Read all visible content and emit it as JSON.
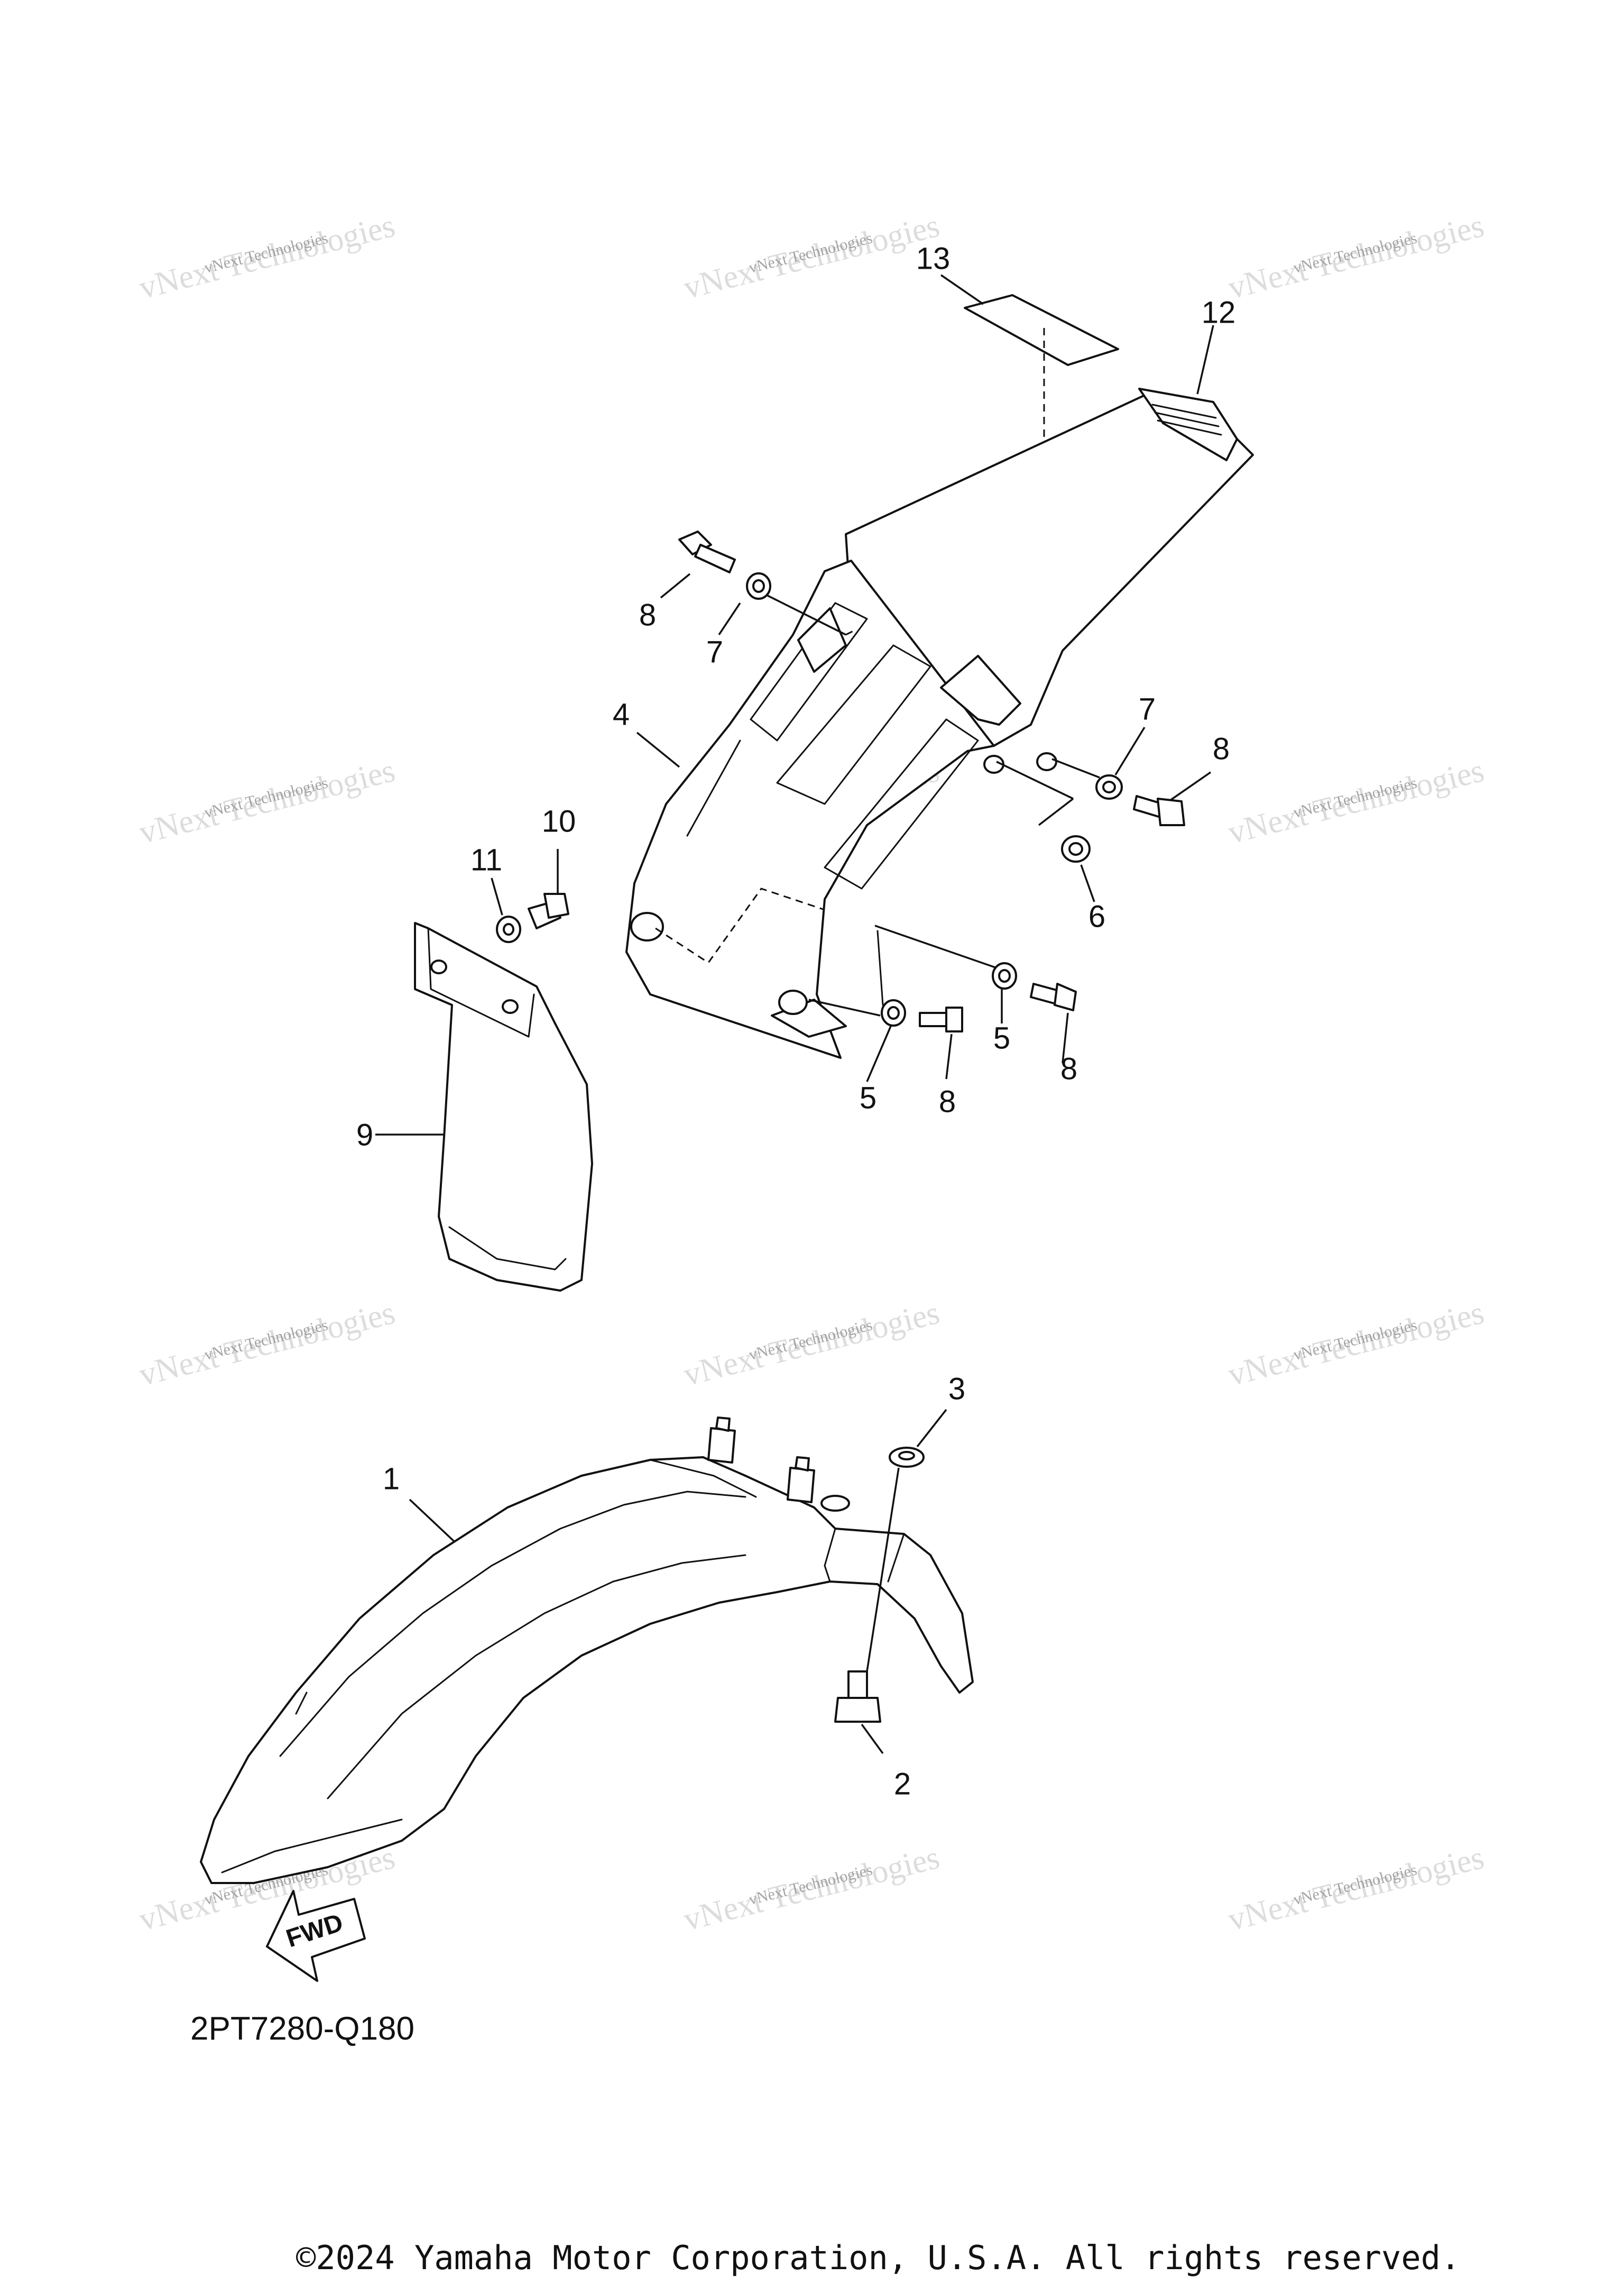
{
  "diagram": {
    "code": "2PT7280-Q180",
    "copyright": "©2024 Yamaha Motor Corporation, U.S.A. All rights reserved.",
    "fwd_label": "FWD",
    "watermark": "vNext Technologies",
    "callouts": {
      "c1": "1",
      "c2": "2",
      "c3": "3",
      "c4": "4",
      "c5a": "5",
      "c5b": "5",
      "c6": "6",
      "c7a": "7",
      "c7b": "7",
      "c8a": "8",
      "c8b": "8",
      "c8c": "8",
      "c8d": "8",
      "c9": "9",
      "c10": "10",
      "c11": "11",
      "c12": "12",
      "c13": "13"
    }
  }
}
